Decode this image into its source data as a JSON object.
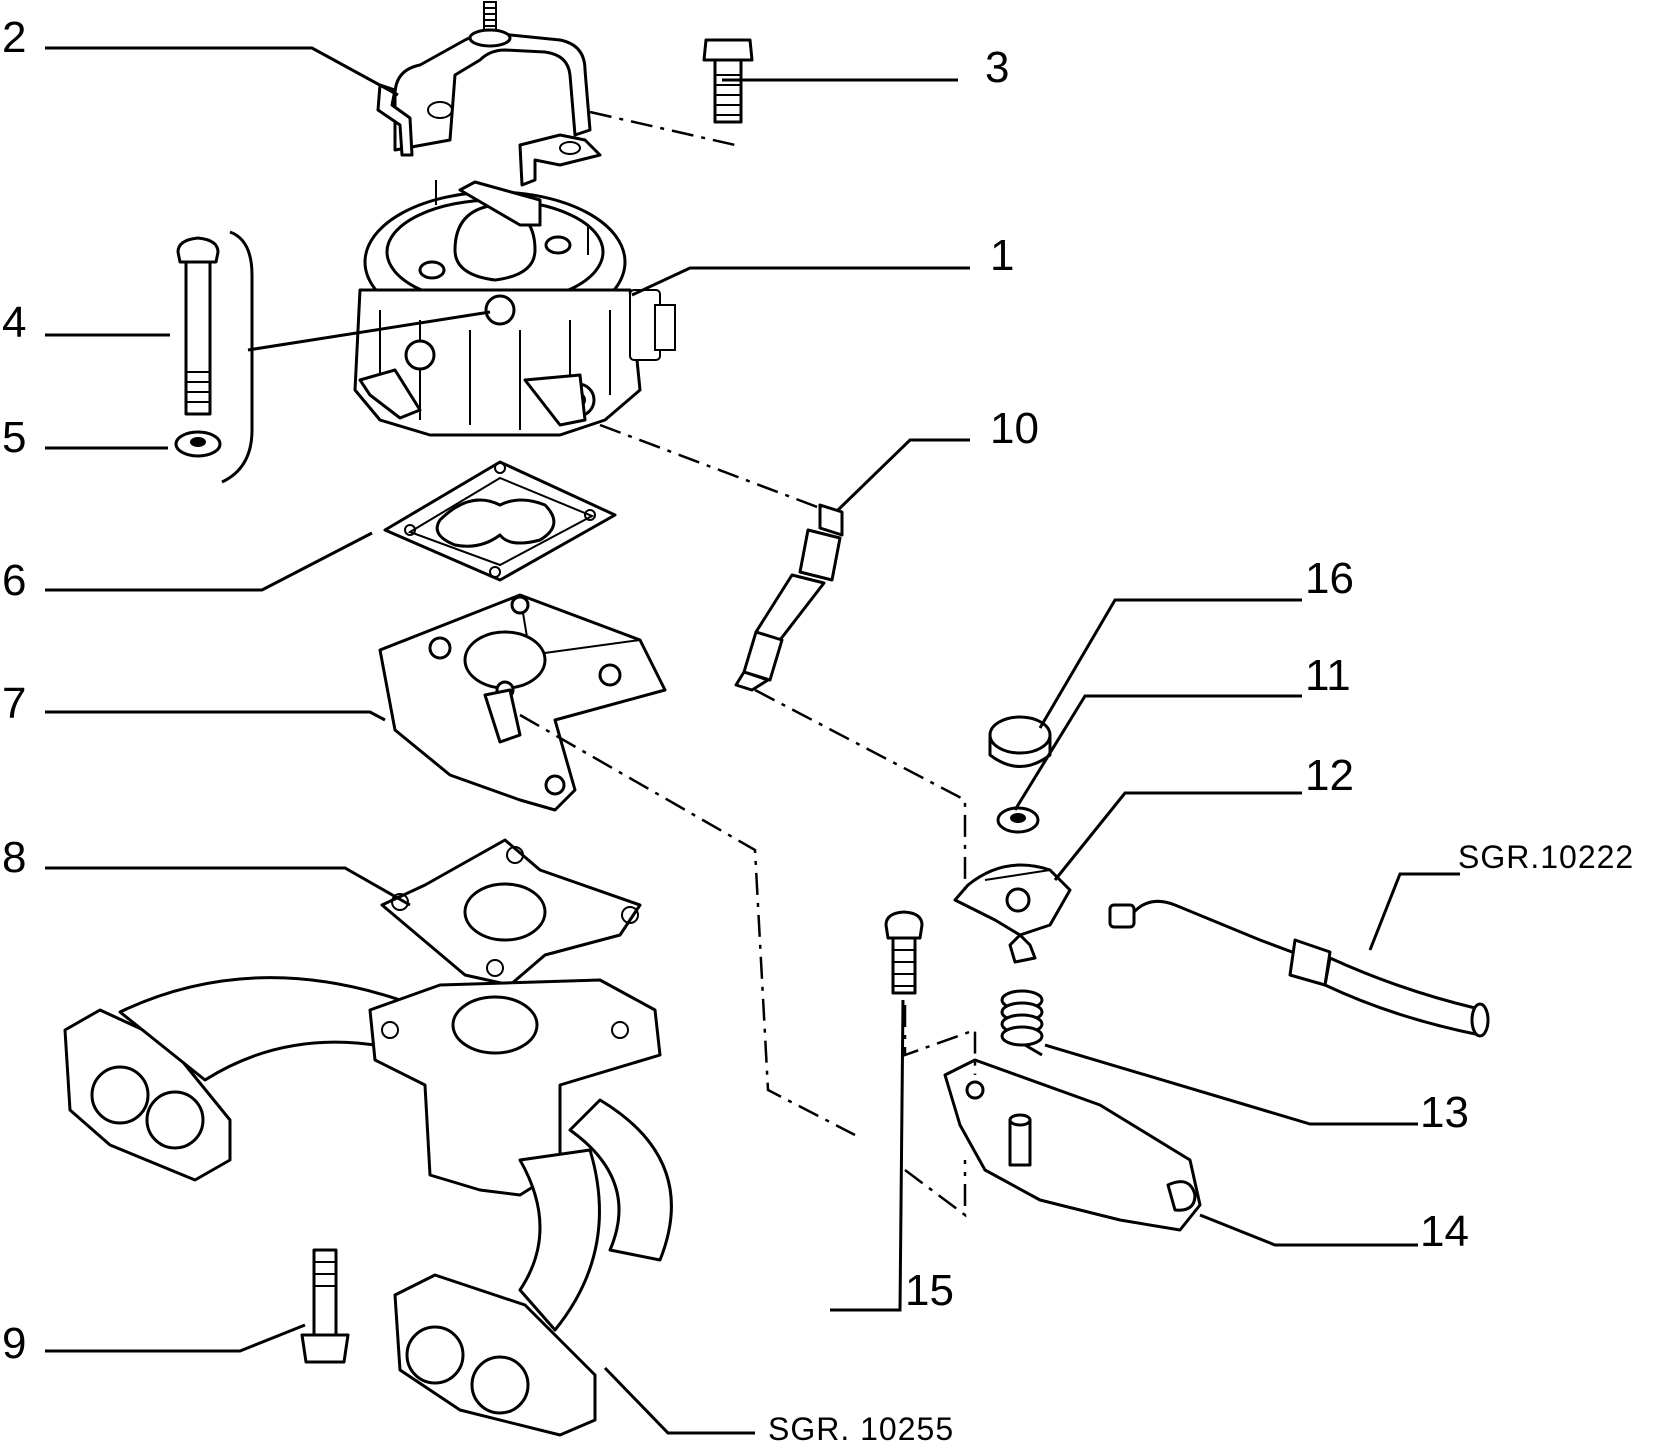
{
  "callouts": [
    {
      "id": "2",
      "label": "2"
    },
    {
      "id": "3",
      "label": "3"
    },
    {
      "id": "1",
      "label": "1"
    },
    {
      "id": "4",
      "label": "4"
    },
    {
      "id": "5",
      "label": "5"
    },
    {
      "id": "10",
      "label": "10"
    },
    {
      "id": "6",
      "label": "6"
    },
    {
      "id": "16",
      "label": "16"
    },
    {
      "id": "11",
      "label": "11"
    },
    {
      "id": "7",
      "label": "7"
    },
    {
      "id": "12",
      "label": "12"
    },
    {
      "id": "8",
      "label": "8"
    },
    {
      "id": "13",
      "label": "13"
    },
    {
      "id": "14",
      "label": "14"
    },
    {
      "id": "15",
      "label": "15"
    },
    {
      "id": "9",
      "label": "9"
    }
  ],
  "references": {
    "sensor_group": "SGR.10222",
    "manifold_group": "SGR. 10255"
  }
}
